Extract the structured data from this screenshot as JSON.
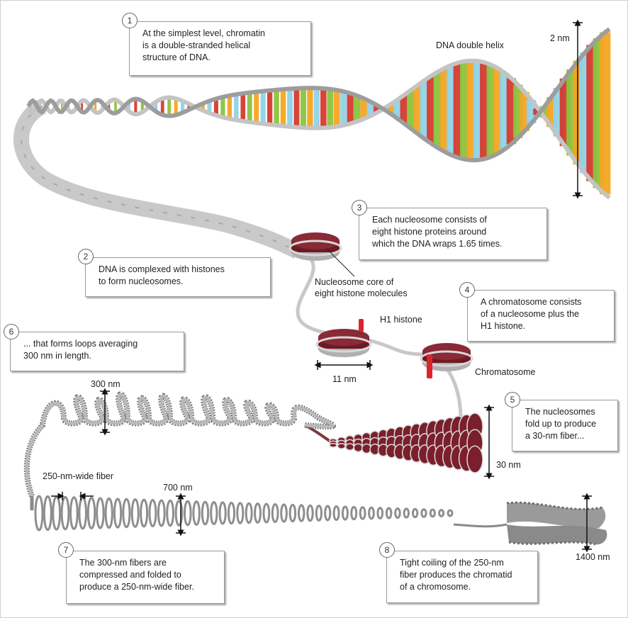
{
  "steps": [
    {
      "n": "1",
      "text": "At the simplest level, chromatin\nis a double-stranded helical\nstructure of DNA."
    },
    {
      "n": "2",
      "text": "DNA is complexed with histones\nto form nucleosomes."
    },
    {
      "n": "3",
      "text": "Each nucleosome consists of\neight histone proteins around\nwhich the DNA wraps 1.65 times."
    },
    {
      "n": "4",
      "text": "A chromatosome consists\nof a nucleosome plus the\nH1 histone."
    },
    {
      "n": "5",
      "text": "The nucleosomes\nfold up to produce\na 30-nm fiber..."
    },
    {
      "n": "6",
      "text": "... that forms loops averaging\n300 nm in length."
    },
    {
      "n": "7",
      "text": "The 300-nm fibers are\ncompressed and folded to\nproduce a 250-nm-wide fiber."
    },
    {
      "n": "8",
      "text": "Tight coiling of the 250-nm\nfiber produces the chromatid\nof a chromosome."
    }
  ],
  "labels": {
    "dna_helix": "DNA double helix",
    "two_nm": "2 nm",
    "nucleosome_core": "Nucleosome core of\neight histone molecules",
    "h1": "H1 histone",
    "eleven_nm": "11 nm",
    "chromatosome": "Chromatosome",
    "thirty_nm": "30 nm",
    "three_hundred_nm": "300 nm",
    "fiber_250": "250-nm-wide fiber",
    "seven_hundred_nm": "700 nm",
    "fourteen_hundred_nm": "1400 nm"
  },
  "colors": {
    "base_red": "#d63a2f",
    "base_green": "#8cc43f",
    "base_orange": "#f5a623",
    "base_blue": "#8fd3e8",
    "backbone": "#b5b5b5",
    "histone": "#7a1f2b",
    "h1": "#d8262c",
    "fiber": "#8a8a8a"
  }
}
